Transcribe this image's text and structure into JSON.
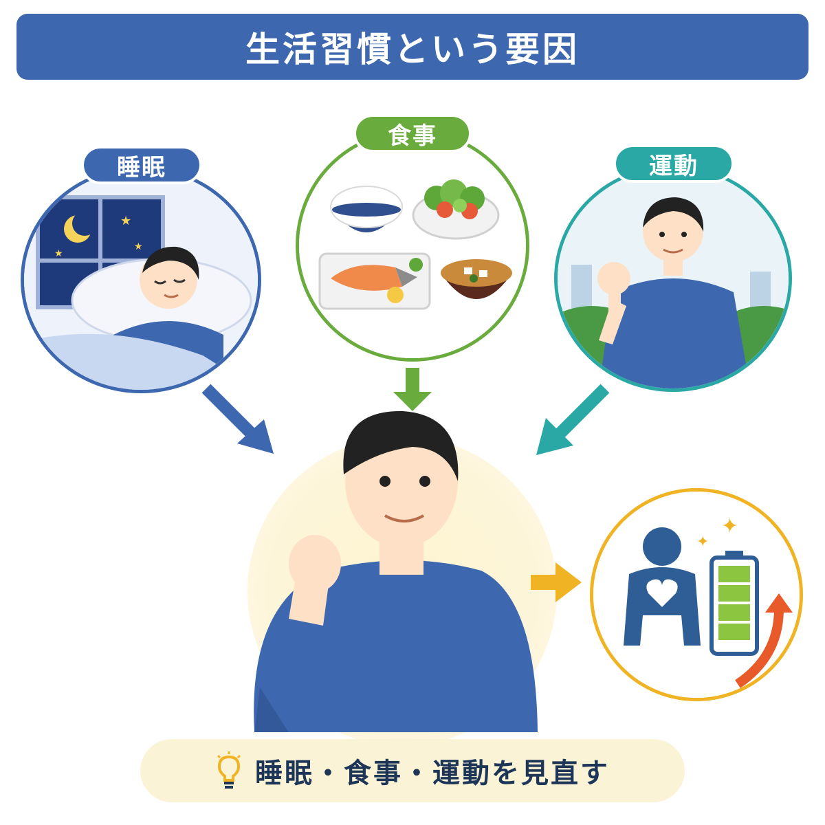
{
  "title": "生活習慣という要因",
  "factors": {
    "sleep": {
      "label": "睡眠",
      "color": "#3d68b0"
    },
    "food": {
      "label": "食事",
      "color": "#6aab3d"
    },
    "exercise": {
      "label": "運動",
      "color": "#2aa8a5"
    }
  },
  "result": {
    "color": "#f0b323"
  },
  "caption": {
    "text": "睡眠・食事・運動を見直す",
    "icon": "lightbulb-icon"
  },
  "colors": {
    "title_bg": "#3d68b0",
    "shirt": "#3d68b0",
    "arrow_result": "#f0b323",
    "caption_bg": "#fbf3d6"
  }
}
